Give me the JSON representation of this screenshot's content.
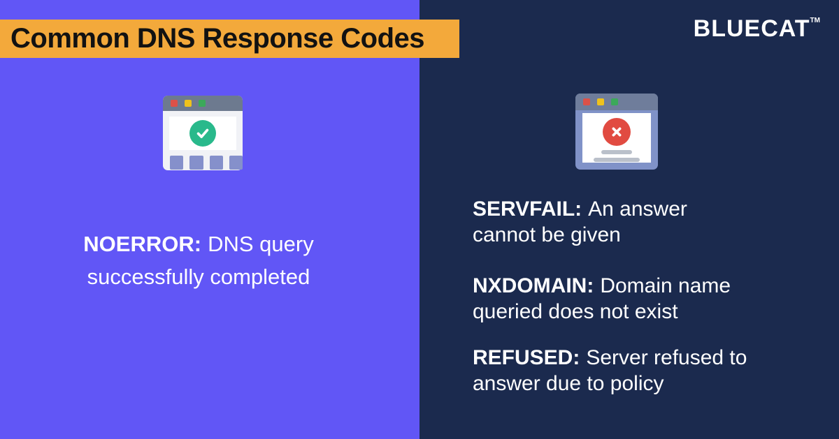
{
  "banner": {
    "title": "Common DNS Response Codes"
  },
  "logo": {
    "text": "BLUECAT",
    "tm": "TM"
  },
  "colors": {
    "left_background_purple": "#6156F6",
    "right_background_navy": "#1B2A4E",
    "banner_orange": "#F3A93B",
    "banner_text": "#121212",
    "body_text": "#FFFFFF",
    "success_green": "#29B98B",
    "error_red": "#E14B41",
    "window_bar_gray": "#6D7A8F",
    "window_body_light": "#F1F2F6",
    "window_body_periwinkle": "#8092C8"
  },
  "left_panel": {
    "icon": "browser-window-with-green-checkmark",
    "entry": {
      "code": "NOERROR:",
      "desc_line1": "DNS query",
      "desc_line2": "successfully completed"
    }
  },
  "right_panel": {
    "icon": "browser-window-with-red-x",
    "entries": [
      {
        "code": "SERVFAIL:",
        "desc_line1": "An answer",
        "desc_line2": "cannot be given"
      },
      {
        "code": "NXDOMAIN:",
        "desc_line1": "Domain name",
        "desc_line2": "queried does not exist"
      },
      {
        "code": "REFUSED:",
        "desc_line1": "Server refused to",
        "desc_line2": "answer due to policy"
      }
    ]
  }
}
